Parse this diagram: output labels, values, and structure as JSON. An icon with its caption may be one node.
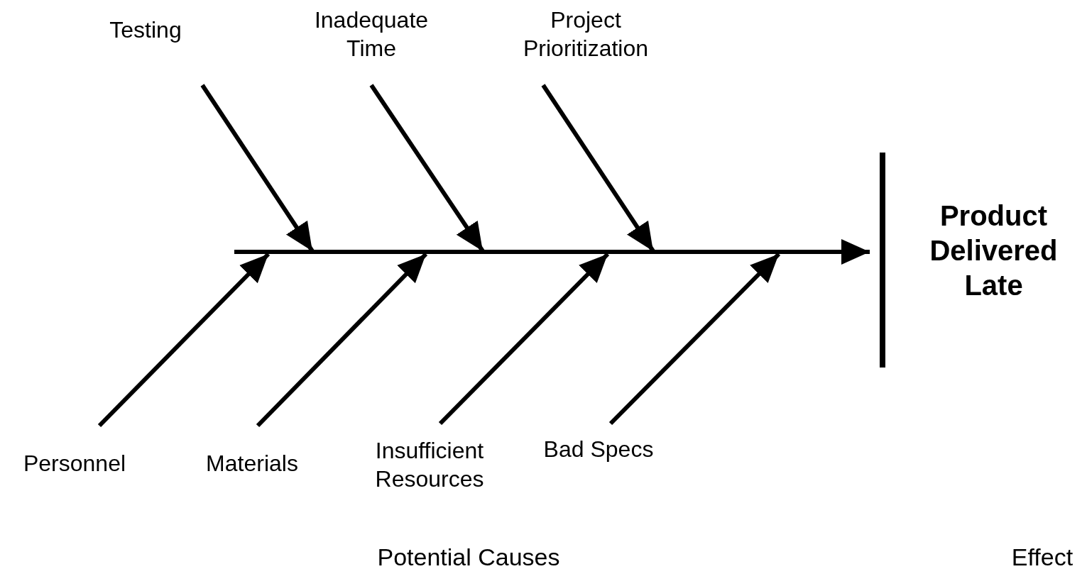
{
  "diagram": {
    "nodes": [
      {
        "text": [
          "Testing"
        ]
      },
      {
        "text": [
          "Inadequate Time"
        ]
      },
      {
        "text": [
          "Project Prioritization"
        ]
      },
      {
        "text": [
          "Personnel"
        ]
      },
      {
        "text": [
          "Materials"
        ]
      },
      {
        "text": [
          "Insufficient Resources"
        ]
      },
      {
        "text": [
          "Bad Specs"
        ]
      },
      {
        "text": [],
        "shape": "bar",
        "beside": [
          "Product Delivered Late"
        ]
      }
    ],
    "edges": [
      {
        "from": null,
        "to": 7,
        "arrow": "to"
      },
      {
        "from": 0,
        "to": null,
        "arrow": "to"
      },
      {
        "from": 1,
        "to": null,
        "arrow": "to"
      },
      {
        "from": 2,
        "to": null,
        "arrow": "to"
      },
      {
        "from": 3,
        "to": null,
        "arrow": "to"
      },
      {
        "from": 4,
        "to": null,
        "arrow": "to"
      },
      {
        "from": 5,
        "to": null,
        "arrow": "to"
      },
      {
        "from": 6,
        "to": null,
        "arrow": "to"
      }
    ],
    "labels": [
      "Potential Causes",
      "Effect"
    ]
  }
}
